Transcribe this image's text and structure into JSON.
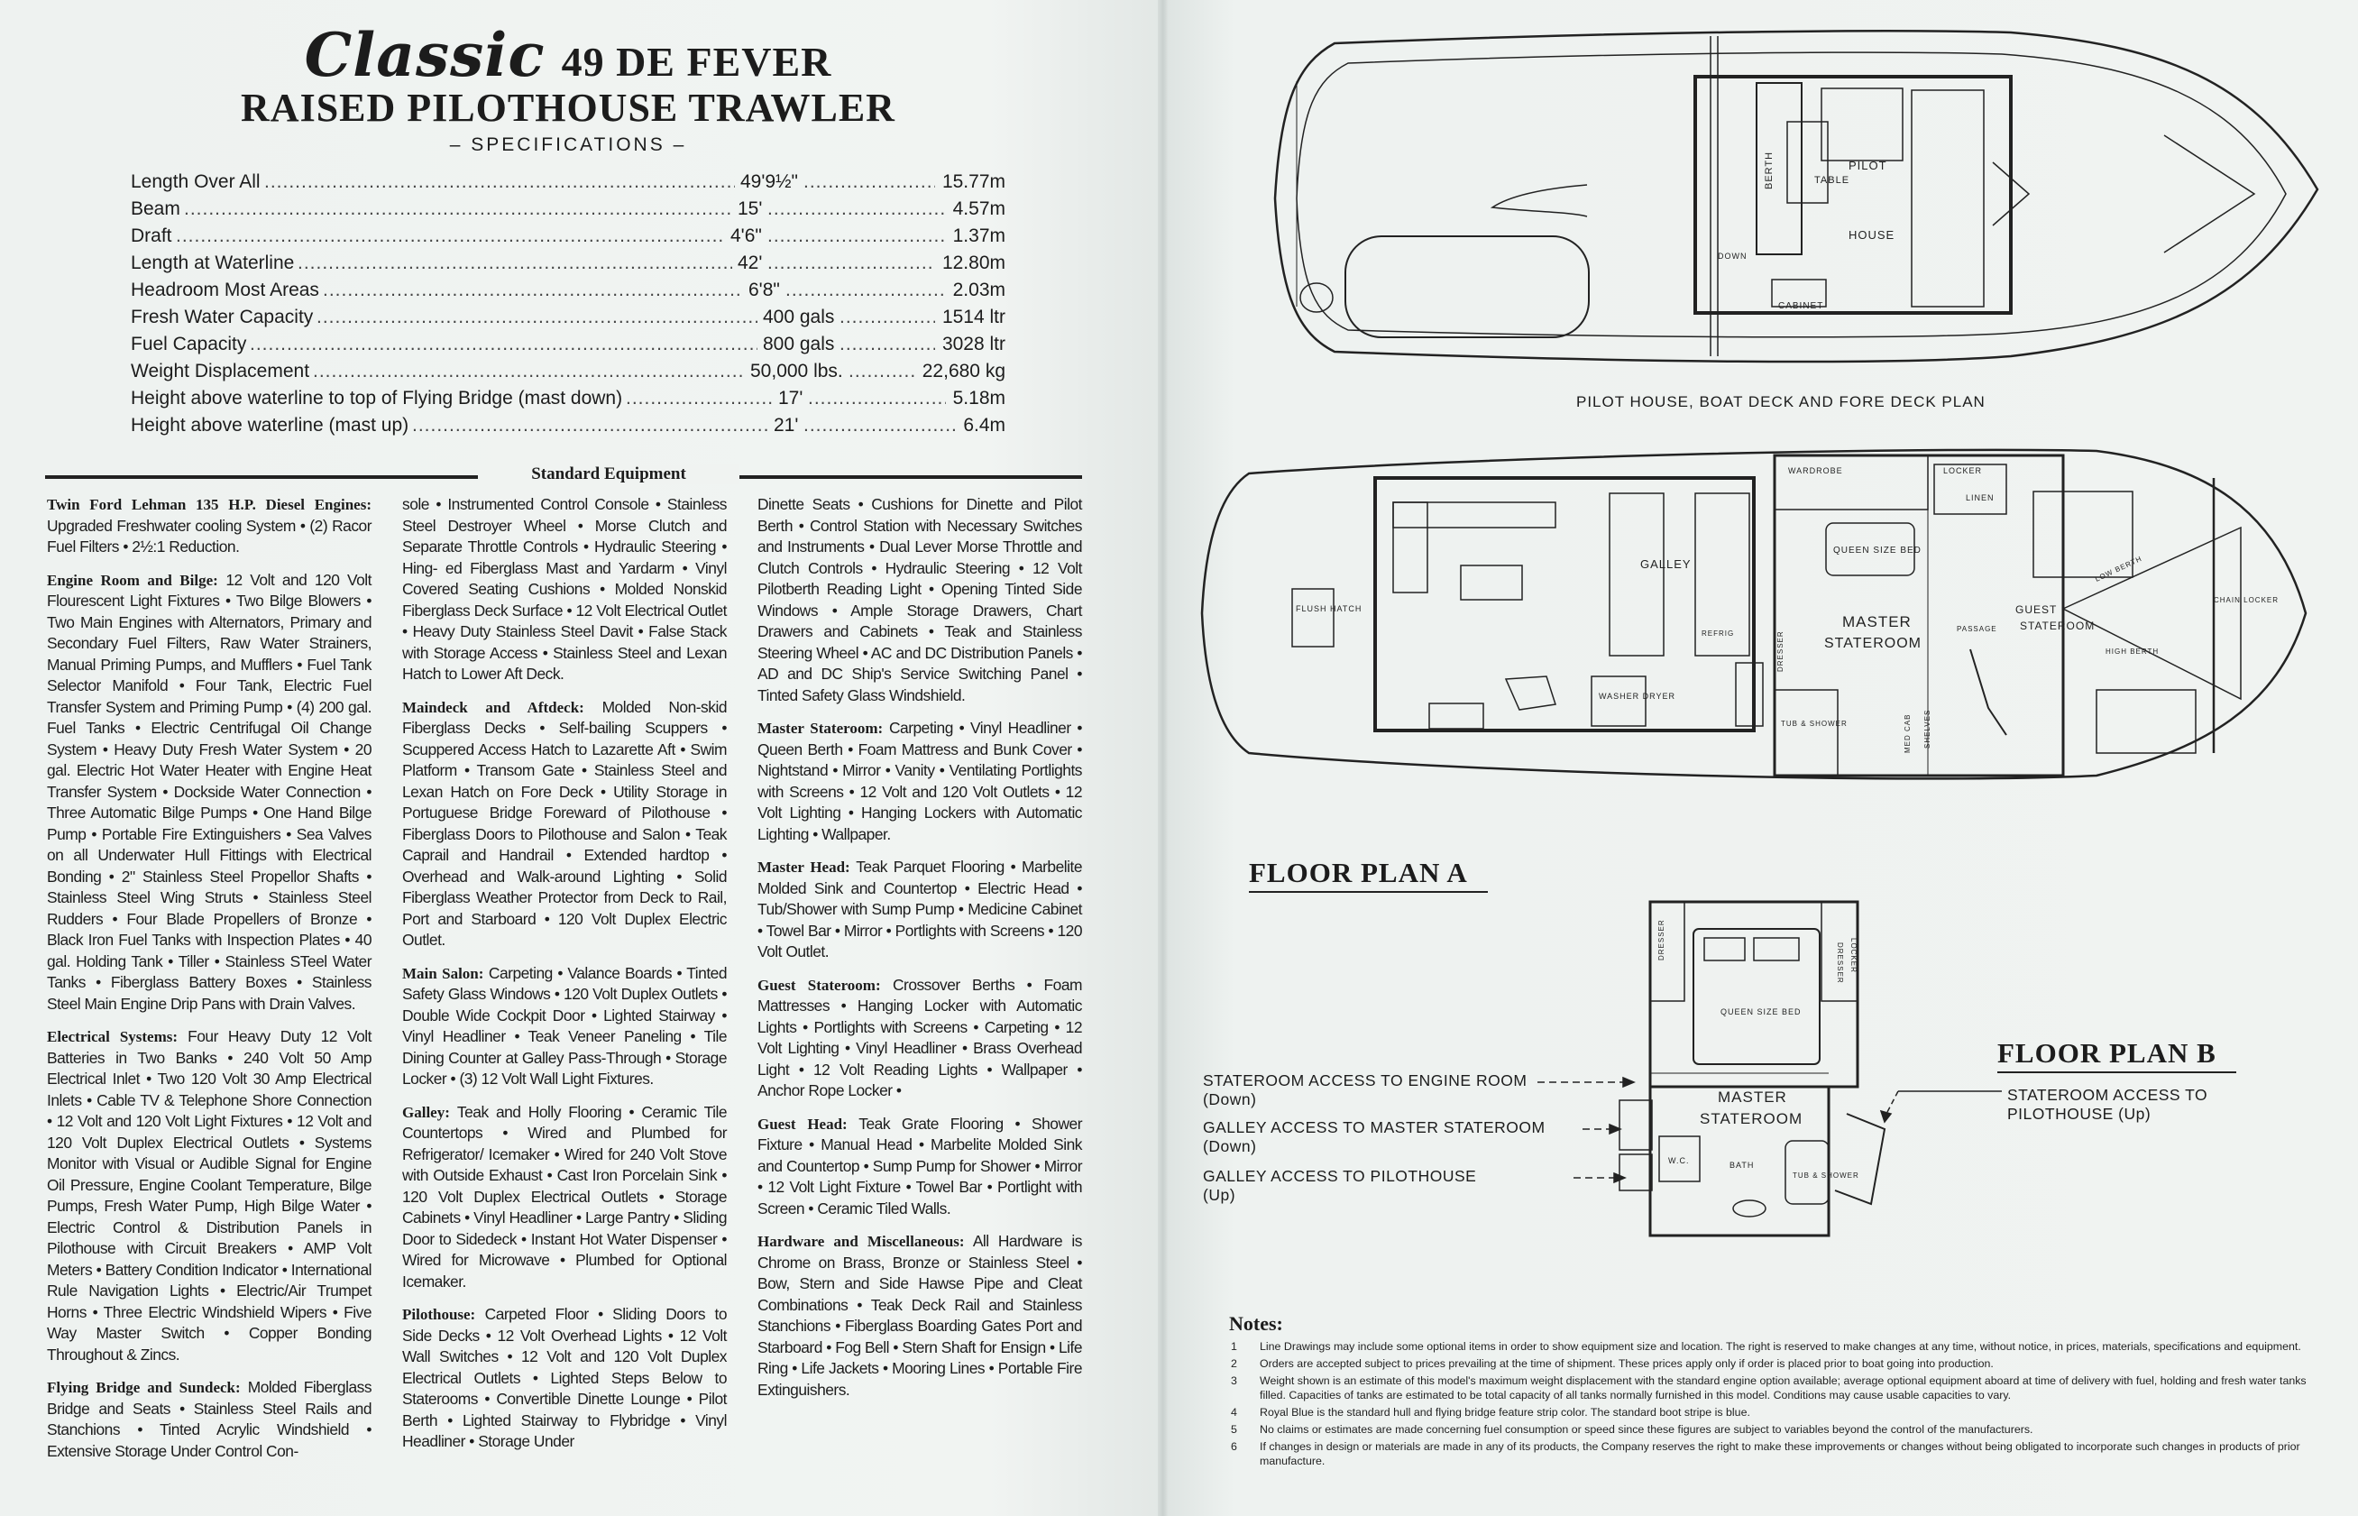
{
  "header": {
    "brand_script": "Classic",
    "model": "49 DE FEVER",
    "subtitle": "RAISED PILOTHOUSE TRAWLER",
    "specs_label": "– SPECIFICATIONS –"
  },
  "specs": [
    {
      "label": "Length Over All",
      "imperial": "49'9½\"",
      "metric": "15.77m"
    },
    {
      "label": "Beam",
      "imperial": "15'",
      "metric": "4.57m"
    },
    {
      "label": "Draft",
      "imperial": "4'6\"",
      "metric": "1.37m"
    },
    {
      "label": "Length at Waterline",
      "imperial": "42'",
      "metric": "12.80m"
    },
    {
      "label": "Headroom Most Areas",
      "imperial": "6'8\"",
      "metric": "2.03m"
    },
    {
      "label": "Fresh Water Capacity",
      "imperial": "400 gals",
      "metric": "1514 ltr"
    },
    {
      "label": "Fuel Capacity",
      "imperial": "800 gals",
      "metric": "3028 ltr"
    },
    {
      "label": "Weight Displacement",
      "imperial": "50,000 lbs.",
      "metric": "22,680 kg"
    },
    {
      "label": "Height above waterline to top of Flying Bridge (mast down)",
      "imperial": "17'",
      "metric": "5.18m"
    },
    {
      "label": "Height above waterline (mast up)",
      "imperial": "21'",
      "metric": "6.4m"
    }
  ],
  "standard_equipment": {
    "heading": "Standard Equipment",
    "col1": [
      {
        "h": "Twin Ford Lehman 135 H.P. Diesel Engines:",
        "t": " Upgraded Freshwater cooling System • (2) Racor Fuel Filters • 2½:1 Reduction."
      },
      {
        "h": "Engine Room and Bilge:",
        "t": " 12 Volt and 120 Volt Flourescent Light Fixtures • Two Bilge Blowers • Two Main Engines with Alternators, Primary and Secondary Fuel Filters, Raw Water Strainers, Manual Priming Pumps, and Mufflers • Fuel Tank Selector Manifold • Four Tank, Electric Fuel Transfer System and Priming Pump • (4) 200 gal. Fuel Tanks • Electric Centrifugal Oil Change System • Heavy Duty Fresh Water System • 20 gal. Electric Hot Water Heater with Engine Heat Transfer System • Dockside Water Connection • Three Automatic Bilge Pumps • One Hand Bilge Pump • Portable Fire Extinguishers • Sea Valves on all Underwater Hull Fittings with Electrical Bonding • 2\" Stainless Steel Propellor Shafts • Stainless Steel Wing Struts • Stainless Steel Rudders • Four Blade Propellers of Bronze • Black Iron Fuel Tanks with Inspection Plates • 40 gal. Holding Tank • Tiller • Stainless STeel Water Tanks • Fiberglass Battery Boxes • Stainless Steel Main Engine Drip Pans with Drain Valves."
      },
      {
        "h": "Electrical Systems:",
        "t": " Four Heavy Duty 12 Volt Batteries in Two Banks • 240 Volt 50 Amp Electrical Inlet • Two 120 Volt 30 Amp Electrical Inlets • Cable TV & Telephone Shore Connection • 12 Volt and 120 Volt Light Fixtures • 12 Volt and 120 Volt Duplex Electrical Outlets • Systems Monitor with Visual or Audible Signal for Engine Oil Pressure, Engine Coolant Temperature, Bilge Pumps, Fresh Water Pump, High Bilge Water • Electric Control & Distribution Panels in Pilothouse with Circuit Breakers • AMP Volt Meters • Battery Condition Indicator • International Rule Navigation Lights • Electric/Air Trumpet Horns • Three Electric Windshield Wipers • Five Way Master Switch • Copper Bonding Throughout & Zincs."
      },
      {
        "h": "Flying Bridge and Sundeck:",
        "t": " Molded Fiberglass Bridge and Seats • Stainless Steel Rails and Stanchions • Tinted Acrylic Windshield • Extensive Storage Under Control Con-"
      }
    ],
    "col2": [
      {
        "h": "",
        "t": "sole • Instrumented Control Console • Stainless Steel Destroyer Wheel • Morse Clutch and Separate Throttle Controls • Hydraulic Steering • Hing- ed Fiberglass Mast and Yardarm • Vinyl Covered Seating Cushions • Molded Nonskid Fiberglass Deck Surface • 12 Volt Electrical Outlet • Heavy Duty Stainless Steel Davit • False Stack with Storage Access • Stainless Steel and Lexan Hatch to Lower Aft Deck."
      },
      {
        "h": "Maindeck and Aftdeck:",
        "t": " Molded Non-skid Fiberglass Decks • Self-bailing Scuppers • Scuppered Access Hatch to Lazarette Aft • Swim Platform • Transom Gate • Stainless Steel and Lexan Hatch on Fore Deck • Utility Storage in Portuguese Bridge Foreward of Pilothouse • Fiberglass Doors to Pilothouse and Salon • Teak Caprail and Handrail • Extended hardtop • Overhead and Walk-around Lighting • Solid Fiberglass Weather Protector from Deck to Rail, Port and Starboard • 120 Volt Duplex Electric Outlet."
      },
      {
        "h": "Main Salon:",
        "t": " Carpeting • Valance Boards • Tinted Safety Glass Windows • 120 Volt Duplex Outlets • Double Wide Cockpit Door • Lighted Stairway • Vinyl Headliner • Teak Veneer Paneling • Tile Dining Counter at Galley Pass-Through • Storage Locker • (3) 12 Volt Wall Light Fixtures."
      },
      {
        "h": "Galley:",
        "t": " Teak and Holly Flooring • Ceramic Tile Countertops • Wired and Plumbed for Refrigerator/ Icemaker • Wired for 240 Volt Stove with Outside Exhaust • Cast Iron Porcelain Sink • 120 Volt Duplex Electrical Outlets • Storage Cabinets • Vinyl Headliner • Large Pantry • Sliding Door to Sidedeck • Instant Hot Water Dispenser • Wired for Microwave • Plumbed for Optional Icemaker."
      },
      {
        "h": "Pilothouse:",
        "t": " Carpeted Floor • Sliding Doors to Side Decks • 12 Volt Overhead Lights • 12 Volt Wall Switches • 12 Volt and 120 Volt Duplex Electrical Outlets • Lighted Steps Below to Staterooms • Convertible Dinette Lounge • Pilot Berth • Lighted Stairway to Flybridge • Vinyl Headliner • Storage Under"
      }
    ],
    "col3": [
      {
        "h": "",
        "t": "Dinette Seats • Cushions for Dinette and Pilot Berth • Control Station with Necessary Switches and Instruments • Dual Lever Morse Throttle and Clutch Controls • Hydraulic Steering • 12 Volt Pilotberth Reading Light • Opening Tinted Side Windows • Ample Storage Drawers, Chart Drawers and Cabinets • Teak and Stainless Steering Wheel • AC and DC Distribution Panels • AD and DC Ship's Service Switching Panel • Tinted Safety Glass Windshield."
      },
      {
        "h": "Master Stateroom:",
        "t": " Carpeting • Vinyl Headliner • Queen Berth • Foam Mattress and Bunk Cover • Nightstand • Mirror • Vanity • Ventilating Portlights with Screens • 12 Volt and 120 Volt Outlets • 12 Volt Lighting • Hanging Lockers with Automatic Lighting • Wallpaper."
      },
      {
        "h": "Master Head:",
        "t": " Teak Parquet Flooring • Marbelite Molded Sink and Countertop • Electric Head • Tub/Shower with Sump Pump • Medicine Cabinet • Towel Bar • Mirror • Portlights with Screens • 120 Volt Outlet."
      },
      {
        "h": "Guest Stateroom:",
        "t": " Crossover Berths • Foam Mattresses • Hanging Locker with Automatic Lights • Portlights with Screens • Carpeting • 12 Volt Lighting • Vinyl Headliner • Brass Overhead Light • 12 Volt Reading Lights • Wallpaper • Anchor Rope Locker •"
      },
      {
        "h": "Guest Head:",
        "t": " Teak Grate Flooring • Shower Fixture • Manual Head • Marbelite Molded Sink and Countertop • Sump Pump for Shower • Mirror • 12 Volt Light Fixture • Towel Bar • Portlight with Screen • Ceramic Tiled Walls."
      },
      {
        "h": "Hardware and Miscellaneous:",
        "t": " All Hardware is Chrome on Brass, Bronze or Stainless Steel • Bow, Stern and Side Hawse Pipe and Cleat Combinations • Teak Deck Rail and Stainless Stanchions • Fiberglass Boarding Gates Port and Starboard • Fog Bell • Stern Shaft for Ensign • Life Ring • Life Jackets • Mooring Lines • Portable Fire Extinguishers."
      }
    ]
  },
  "plans": {
    "top_caption": "PILOT HOUSE, BOAT DECK AND FORE DECK PLAN",
    "top_labels": {
      "berth": "BERTH",
      "table": "TABLE",
      "pilot": "PILOT",
      "house": "HOUSE",
      "down": "DOWN",
      "cabinet": "CABINET"
    },
    "mid_labels": {
      "flush_hatch": "FLUSH HATCH",
      "galley": "GALLEY",
      "washer_dryer": "WASHER DRYER",
      "refrig": "REFRIG",
      "wardrobe": "WARDROBE",
      "locker": "LOCKER",
      "linen": "LINEN",
      "queen_bed": "QUEEN SIZE BED",
      "master": "MASTER",
      "stateroom": "STATEROOM",
      "guest": "GUEST",
      "guest_stateroom": "STATEROOM",
      "passage": "PASSAGE",
      "chain_locker": "CHAIN LOCKER",
      "tub_shower": "TUB & SHOWER",
      "shelves": "SHELVES",
      "med_cab": "MED CAB",
      "dresser": "DRESSER",
      "high_berth": "HIGH BERTH",
      "low_berth": "LOW BERTH"
    },
    "floor_plan_a": "FLOOR PLAN A",
    "floor_plan_b": "FLOOR PLAN B",
    "fp_labels": {
      "dresser": "DRESSER",
      "locker": "LOCKER",
      "queen_bed": "QUEEN SIZE BED",
      "master": "MASTER",
      "stateroom": "STATEROOM",
      "wc": "W.C.",
      "bath": "BATH",
      "tub_shower": "TUB & SHOWER"
    },
    "access": [
      {
        "line1": "STATEROOM ACCESS TO ENGINE ROOM",
        "line2": "(Down)"
      },
      {
        "line1": "GALLEY ACCESS TO MASTER STATEROOM",
        "line2": "(Down)"
      },
      {
        "line1": "GALLEY ACCESS TO PILOTHOUSE",
        "line2": "(Up)"
      }
    ],
    "access_b": {
      "line1": "STATEROOM ACCESS TO",
      "line2": "PILOTHOUSE (Up)"
    }
  },
  "notes": {
    "heading": "Notes:",
    "items": [
      {
        "n": "1",
        "t": "Line Drawings may include some optional items in order to show equipment size and location. The right is reserved to make changes at any time, without notice, in prices, materials, specifications and equipment."
      },
      {
        "n": "2",
        "t": "Orders are accepted subject to prices prevailing at the time of shipment. These prices apply only if order is placed prior to boat going into production."
      },
      {
        "n": "3",
        "t": "Weight shown is an estimate of this model's maximum weight displacement with the standard engine option available; average optional equipment aboard at time of delivery with fuel, holding and fresh water tanks filled. Capacities of tanks are estimated to be total capacity of all tanks normally furnished in this model. Conditions may cause usable capacities to vary."
      },
      {
        "n": "4",
        "t": "Royal Blue is the standard hull and flying bridge feature strip color. The standard boot stripe is blue."
      },
      {
        "n": "5",
        "t": "No claims or estimates are made concerning fuel consumption or speed since these figures are subject to variables beyond the control of the manufacturers."
      },
      {
        "n": "6",
        "t": "If changes in design or materials are made in any of its products, the Company reserves the right to make these improvements or changes without being obligated to incorporate such changes in products of prior manufacture."
      }
    ]
  }
}
